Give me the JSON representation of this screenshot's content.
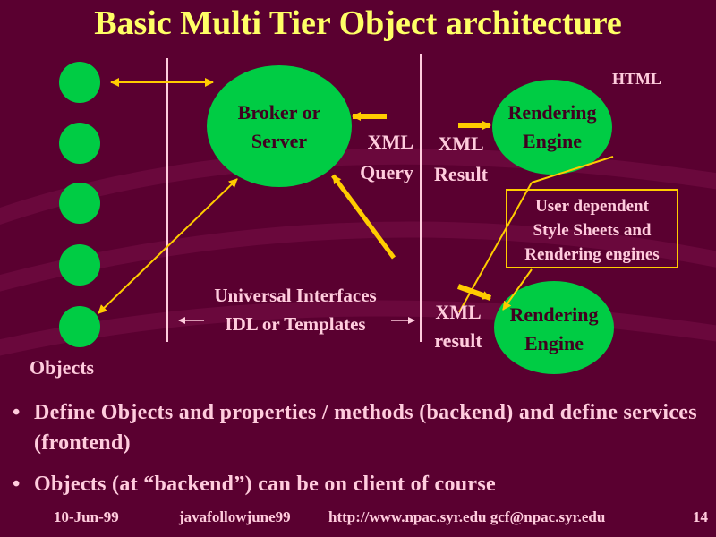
{
  "title": "Basic Multi Tier Object architecture",
  "broker": {
    "line1": "Broker or",
    "line2": "Server"
  },
  "rendering_top": {
    "line1": "Rendering",
    "line2": "Engine"
  },
  "rendering_bottom": {
    "line1": "Rendering",
    "line2": "Engine"
  },
  "html_label": "HTML",
  "xml_query": {
    "line1": "XML",
    "line2": "Query"
  },
  "xml_result": {
    "line1": "XML",
    "line2": "Result"
  },
  "xml_result_low": {
    "line1": "XML",
    "line2": "result"
  },
  "user_box": {
    "line1": "User dependent",
    "line2": "Style Sheets and",
    "line3": "Rendering engines"
  },
  "universal": {
    "line1": "Universal Interfaces",
    "line2": "IDL or Templates"
  },
  "objects_label": "Objects",
  "bullets": [
    "Define Objects and properties / methods (backend) and define services (frontend)",
    "Objects (at “backend”) can be on client of course"
  ],
  "bullet_glyph": "•",
  "footer": {
    "date": "10-Jun-99",
    "file": "javafollowjune99",
    "url": "http://www.npac.syr.edu gcf@npac.syr.edu",
    "page": "14"
  },
  "colors": {
    "background": "#5a0030",
    "title": "#ffff66",
    "ellipse": "#00cc44",
    "text": "#ffccdd",
    "arrow": "#ffcc00",
    "box_border": "#ffcc00"
  }
}
